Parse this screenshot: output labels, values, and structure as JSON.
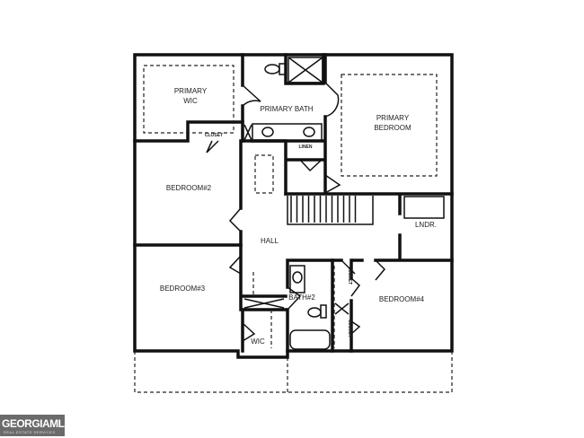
{
  "rooms": {
    "primary_wic": [
      "PRIMARY",
      "WIC"
    ],
    "primary_bath": "PRIMARY BATH",
    "primary_bedroom": [
      "PRIMARY",
      "BEDROOM"
    ],
    "closet_top": "CLOSET",
    "linen": "LINEN",
    "bedroom2": "BEDROOM#2",
    "hall": "HALL",
    "laundry": "LNDR.",
    "bedroom3": "BEDROOM#3",
    "bath2": "BATH#2",
    "bedroom4": "BEDROOM#4",
    "closet_b4_upper": "CLOSET",
    "closet_b4_lower": "CLOSET",
    "wic": "WIC"
  },
  "watermark": {
    "brand": "GEORGIAMLS",
    "tagline": "REAL ESTATE SERVICES"
  }
}
